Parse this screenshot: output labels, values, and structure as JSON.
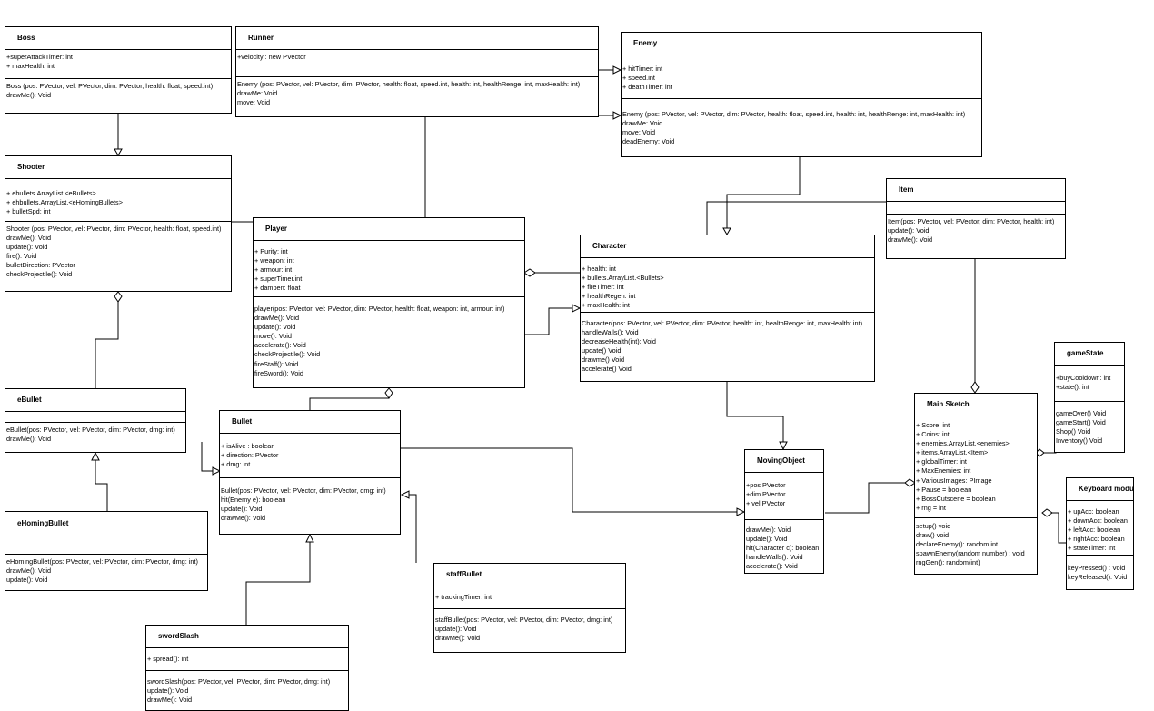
{
  "classes": {
    "boss": {
      "name": "Boss",
      "attributes": [
        "+superAttackTimer: int",
        "+ maxHealth: int"
      ],
      "methods": [
        "Boss (pos: PVector, vel: PVector, dim: PVector, health: float, speed.int)",
        "drawMe(): Void"
      ]
    },
    "runner": {
      "name": "Runner",
      "attributes": [
        "+velocity : new PVector"
      ],
      "methods": [
        "Enemy (pos: PVector, vel: PVector, dim: PVector, health: float, speed.int, health: int, healthRenge: int, maxHealth: int)",
        "drawMe: Void",
        "move: Void"
      ]
    },
    "enemy": {
      "name": "Enemy",
      "attributes": [
        "+ hitTimer: int",
        "+ speed.int",
        "+ deathTimer: int"
      ],
      "methods": [
        "Enemy (pos: PVector, vel: PVector, dim: PVector, health: float, speed.int, health: int, healthRenge: int, maxHealth: int)",
        "drawMe: Void",
        "move: Void",
        "deadEnemy: Void"
      ]
    },
    "shooter": {
      "name": "Shooter",
      "attributes": [
        "+ ebullets.ArrayList.<eBullets>",
        "+ ehbullets.ArrayList.<eHomingBullets>",
        "+ bulletSpd: int"
      ],
      "methods": [
        "Shooter (pos: PVector, vel: PVector, dim: PVector, health: float, speed.int)",
        "drawMe(): Void",
        "update(): Void",
        "fire(): Void",
        "bulletDirection: PVector",
        "checkProjectile(): Void"
      ]
    },
    "item": {
      "name": "Item",
      "attributes": [],
      "methods": [
        "Item(pos: PVector, vel: PVector, dim: PVector, health: int)",
        "update(): Void",
        "drawMe(): Void"
      ]
    },
    "player": {
      "name": "Player",
      "attributes": [
        "+ Purity: int",
        "+ weapon: int",
        "+ armour: int",
        "+ superTimer.int",
        "+ dampen: float"
      ],
      "methods": [
        "player(pos: PVector, vel: PVector, dim: PVector, health: float, weapon: int, armour: int)",
        "drawMe(): Void",
        "update(): Void",
        "move(): Void",
        "accelerate(): Void",
        "checkProjectile(): Void",
        "fireStaff(): Void",
        "fireSword(): Void"
      ]
    },
    "character": {
      "name": "Character",
      "attributes": [
        "+ health: int",
        "+ bullets.ArrayList.<Bullets>",
        "+ fireTimer: int",
        "+ healthRegen: int",
        "+ maxHealth: int"
      ],
      "methods": [
        "Character(pos: PVector, vel: PVector, dim: PVector, health: int, healthRenge: int, maxHealth: int)",
        "handleWalls(): Void",
        "decreaseHealth(int): Void",
        "update() Void",
        "drawme() Void",
        "accelerate() Void"
      ]
    },
    "gamestate": {
      "name": "gameState",
      "attributes": [
        "+buyCooldown: int",
        "+state(): int"
      ],
      "methods": [
        "gameOver() Void",
        "gameStart() Void",
        "Shop() Void",
        "Inventory() Void"
      ]
    },
    "ebullet": {
      "name": "eBullet",
      "attributes": [],
      "methods": [
        "eBullet(pos: PVector, vel: PVector, dim: PVector, dmg: int)",
        "drawMe(): Void"
      ]
    },
    "bullet": {
      "name": "Bullet",
      "attributes": [
        "+ isAlive : boolean",
        "+ direction: PVector",
        "+ dmg: int"
      ],
      "methods": [
        "Bullet(pos: PVector, vel: PVector, dim: PVector, dmg: int)",
        "hit(Enemy e): boolean",
        "update(): Void",
        "drawMe(): Void"
      ]
    },
    "mainsketch": {
      "name": "Main Sketch",
      "attributes": [
        "+ Score: int",
        "+ Coins: int",
        "+ enemies.ArrayList.<enemies>",
        "+ items.ArrayList.<Item>",
        "+ globalTimer: int",
        "+ MaxEnemies: int",
        "+ VariousImages: PImage",
        "+ Pause = boolean",
        "+ BossCutscene = boolean",
        "+ rng = int"
      ],
      "methods": [
        "setup() void",
        "draw() void",
        "declareEnemy(): random int",
        "spawnEnemy(random number) : void",
        "rngGen(): random(int)"
      ]
    },
    "movingobject": {
      "name": "MovingObject",
      "attributes": [
        "+pos PVector",
        "+dim PVector",
        "+ vel PVector"
      ],
      "methods": [
        "drawMe(): Void",
        "update(): Void",
        "hit(Character c): boolean",
        "handleWalls(): Void",
        "accelerate(): Void"
      ]
    },
    "keyboard": {
      "name": "Keyboard module",
      "attributes": [
        "+ upAcc: boolean",
        "+ downAcc: boolean",
        "+ leftAcc: boolean",
        "+ rightAcc: boolean",
        "+ stateTimer: int"
      ],
      "methods": [
        "keyPressed() : Void",
        "keyReleased(): Void"
      ]
    },
    "ehomingbullet": {
      "name": "eHomingBullet",
      "attributes": [],
      "methods": [
        "eHomingBullet(pos: PVector, vel: PVector, dim: PVector, dmg: int)",
        "drawMe(): Void",
        "update(): Void"
      ]
    },
    "staffbullet": {
      "name": "staffBullet",
      "attributes": [
        "+ trackingTimer: int"
      ],
      "methods": [
        "staffBullet(pos: PVector, vel: PVector, dim: PVector, dmg: int)",
        "update(): Void",
        "drawMe(): Void"
      ]
    },
    "swordslash": {
      "name": "swordSlash",
      "attributes": [
        "+ spread(): int"
      ],
      "methods": [
        "swordSlash(pos: PVector, vel: PVector, dim: PVector, dmg: int)",
        "update(): Void",
        "drawMe(): Void"
      ]
    }
  }
}
